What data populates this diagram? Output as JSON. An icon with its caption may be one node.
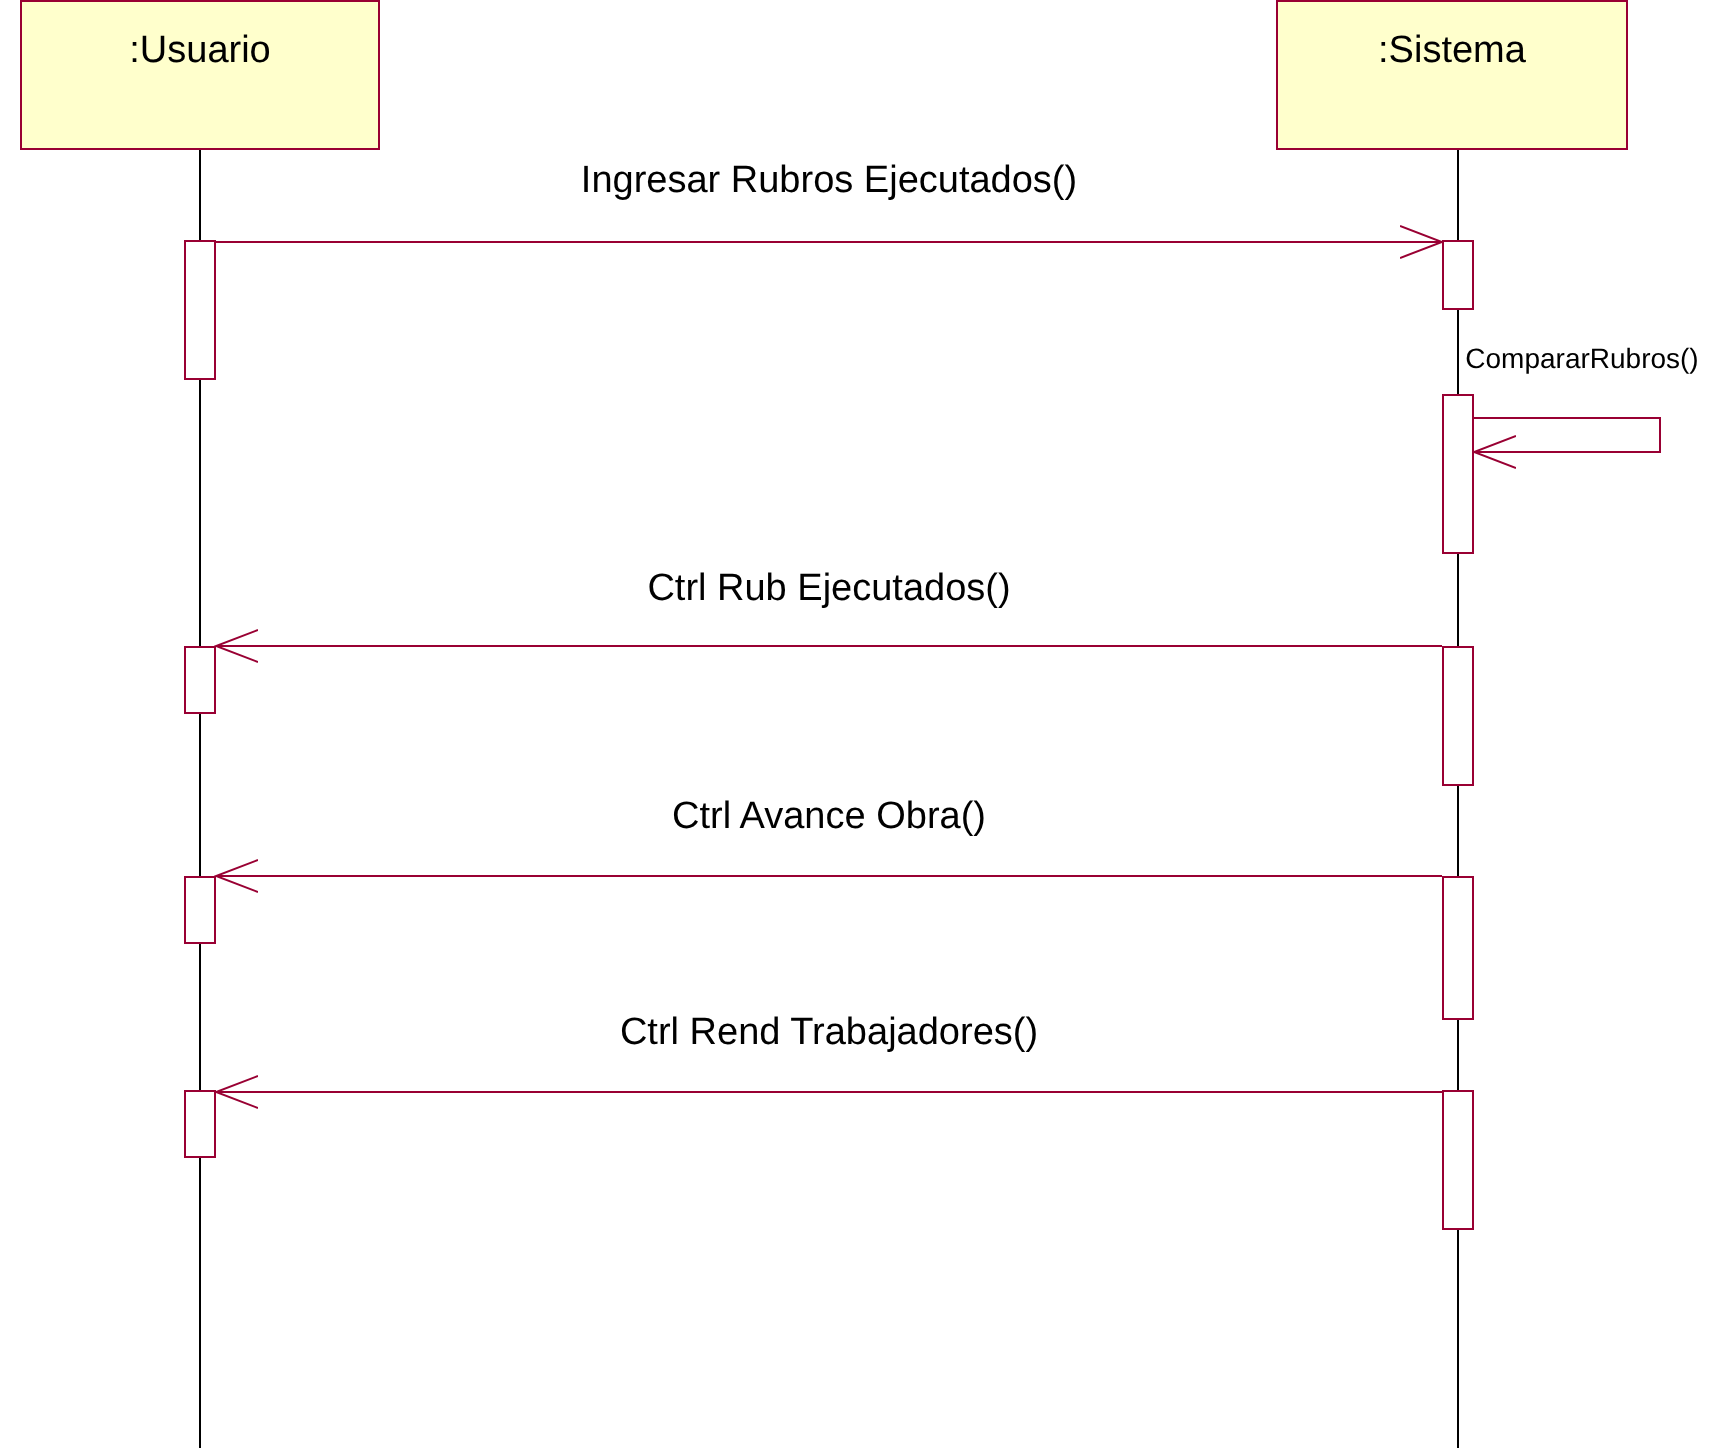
{
  "diagram": {
    "nodes": [
      {
        "text": [
          ":Usuario"
        ]
      },
      {
        "text": [
          ":Sistema"
        ]
      },
      {
        "text": [],
        "shape": "bar"
      },
      {
        "text": [],
        "shape": "bar"
      },
      {
        "text": [],
        "shape": "bar"
      },
      {
        "text": [],
        "shape": "bar"
      },
      {
        "text": [],
        "shape": "bar"
      },
      {
        "text": [],
        "shape": "bar"
      },
      {
        "text": [],
        "shape": "bar"
      },
      {
        "text": [],
        "shape": "bar"
      },
      {
        "text": [],
        "shape": "bar"
      }
    ],
    "edges": [
      {
        "from": 2,
        "to": 3,
        "arrow": "to",
        "label": "Ingresar Rubros Ejecutados()"
      },
      {
        "from": 4,
        "to": 4,
        "arrow": "to",
        "label": "CompararRubros()"
      },
      {
        "from": 6,
        "to": 5,
        "arrow": "to",
        "label": "Ctrl Rub Ejecutados()"
      },
      {
        "from": 8,
        "to": 7,
        "arrow": "to",
        "label": "Ctrl Avance Obra()"
      },
      {
        "from": 10,
        "to": 9,
        "arrow": "to",
        "label": "Ctrl Rend Trabajadores()"
      }
    ]
  }
}
